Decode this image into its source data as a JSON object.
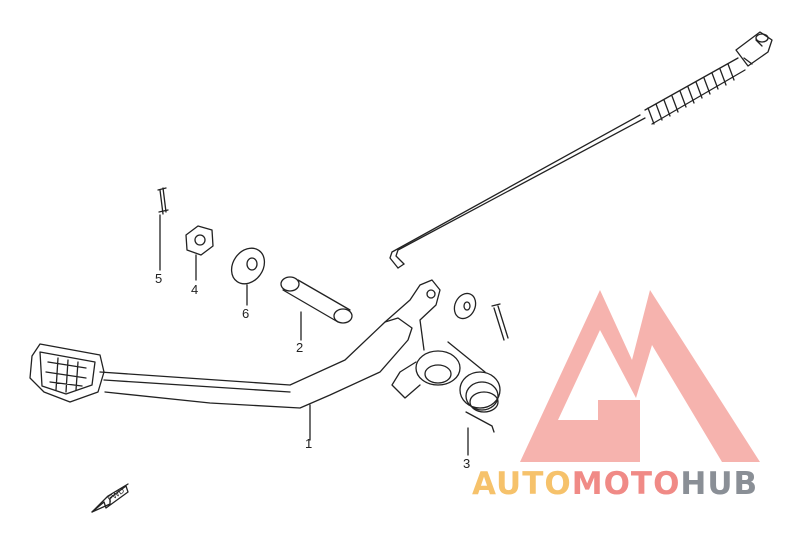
{
  "diagram": {
    "labels": [
      {
        "id": "1",
        "text": "1"
      },
      {
        "id": "2",
        "text": "2"
      },
      {
        "id": "3",
        "text": "3"
      },
      {
        "id": "4",
        "text": "4"
      },
      {
        "id": "5",
        "text": "5"
      },
      {
        "id": "6",
        "text": "6"
      }
    ],
    "fwd_marker": "FWD"
  },
  "watermark": {
    "part1": "AUTO",
    "part2": "MOTO",
    "part3": "HUB",
    "colors": {
      "auto": "#f6c26b",
      "moto": "#f08a86",
      "hub": "#8a8f96",
      "logo": "#f39a93"
    }
  }
}
